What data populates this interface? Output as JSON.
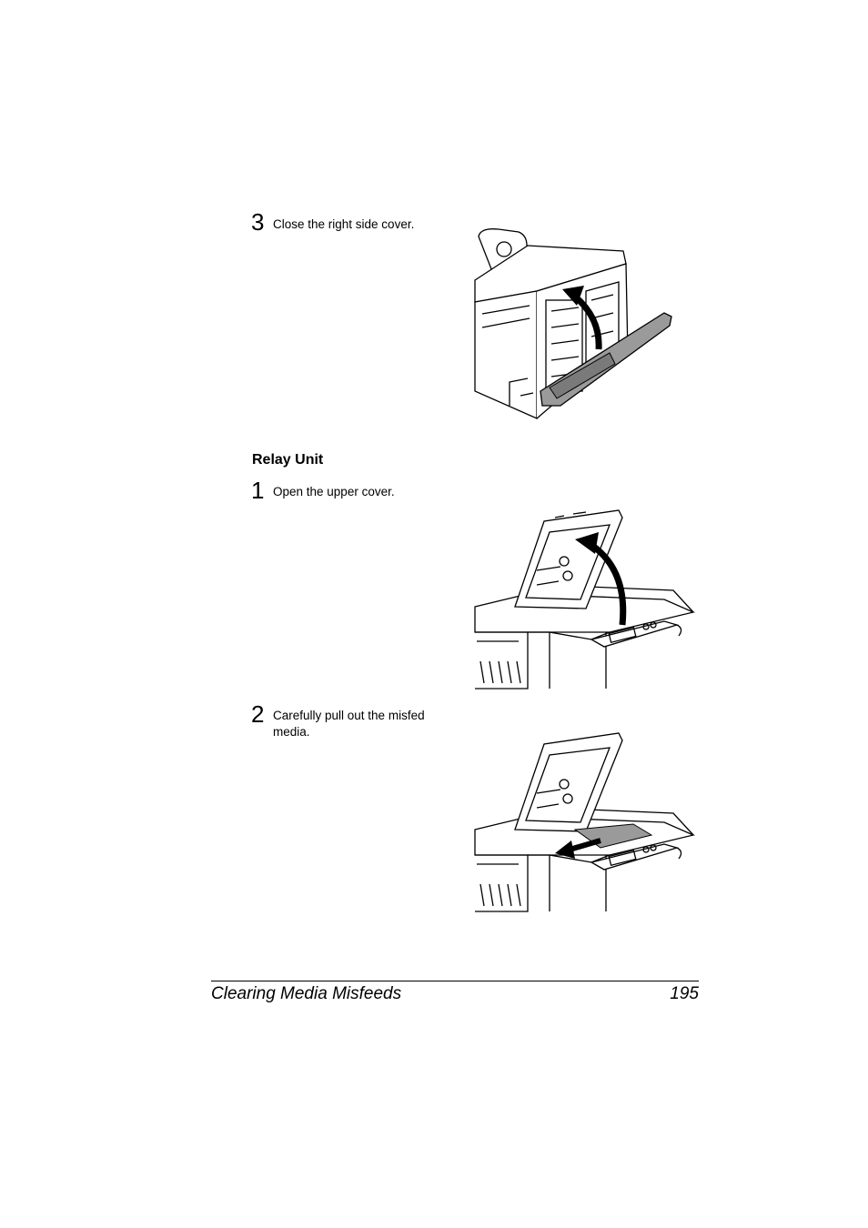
{
  "steps_top": [
    {
      "number": "3",
      "text": "Close the right side cover."
    }
  ],
  "section": {
    "title": "Relay Unit"
  },
  "steps_relay": [
    {
      "number": "1",
      "text": "Open the upper cover."
    },
    {
      "number": "2",
      "text": "Carefully pull out the misfed media."
    }
  ],
  "footer": {
    "title": "Clearing Media Misfeeds",
    "page": "195"
  }
}
